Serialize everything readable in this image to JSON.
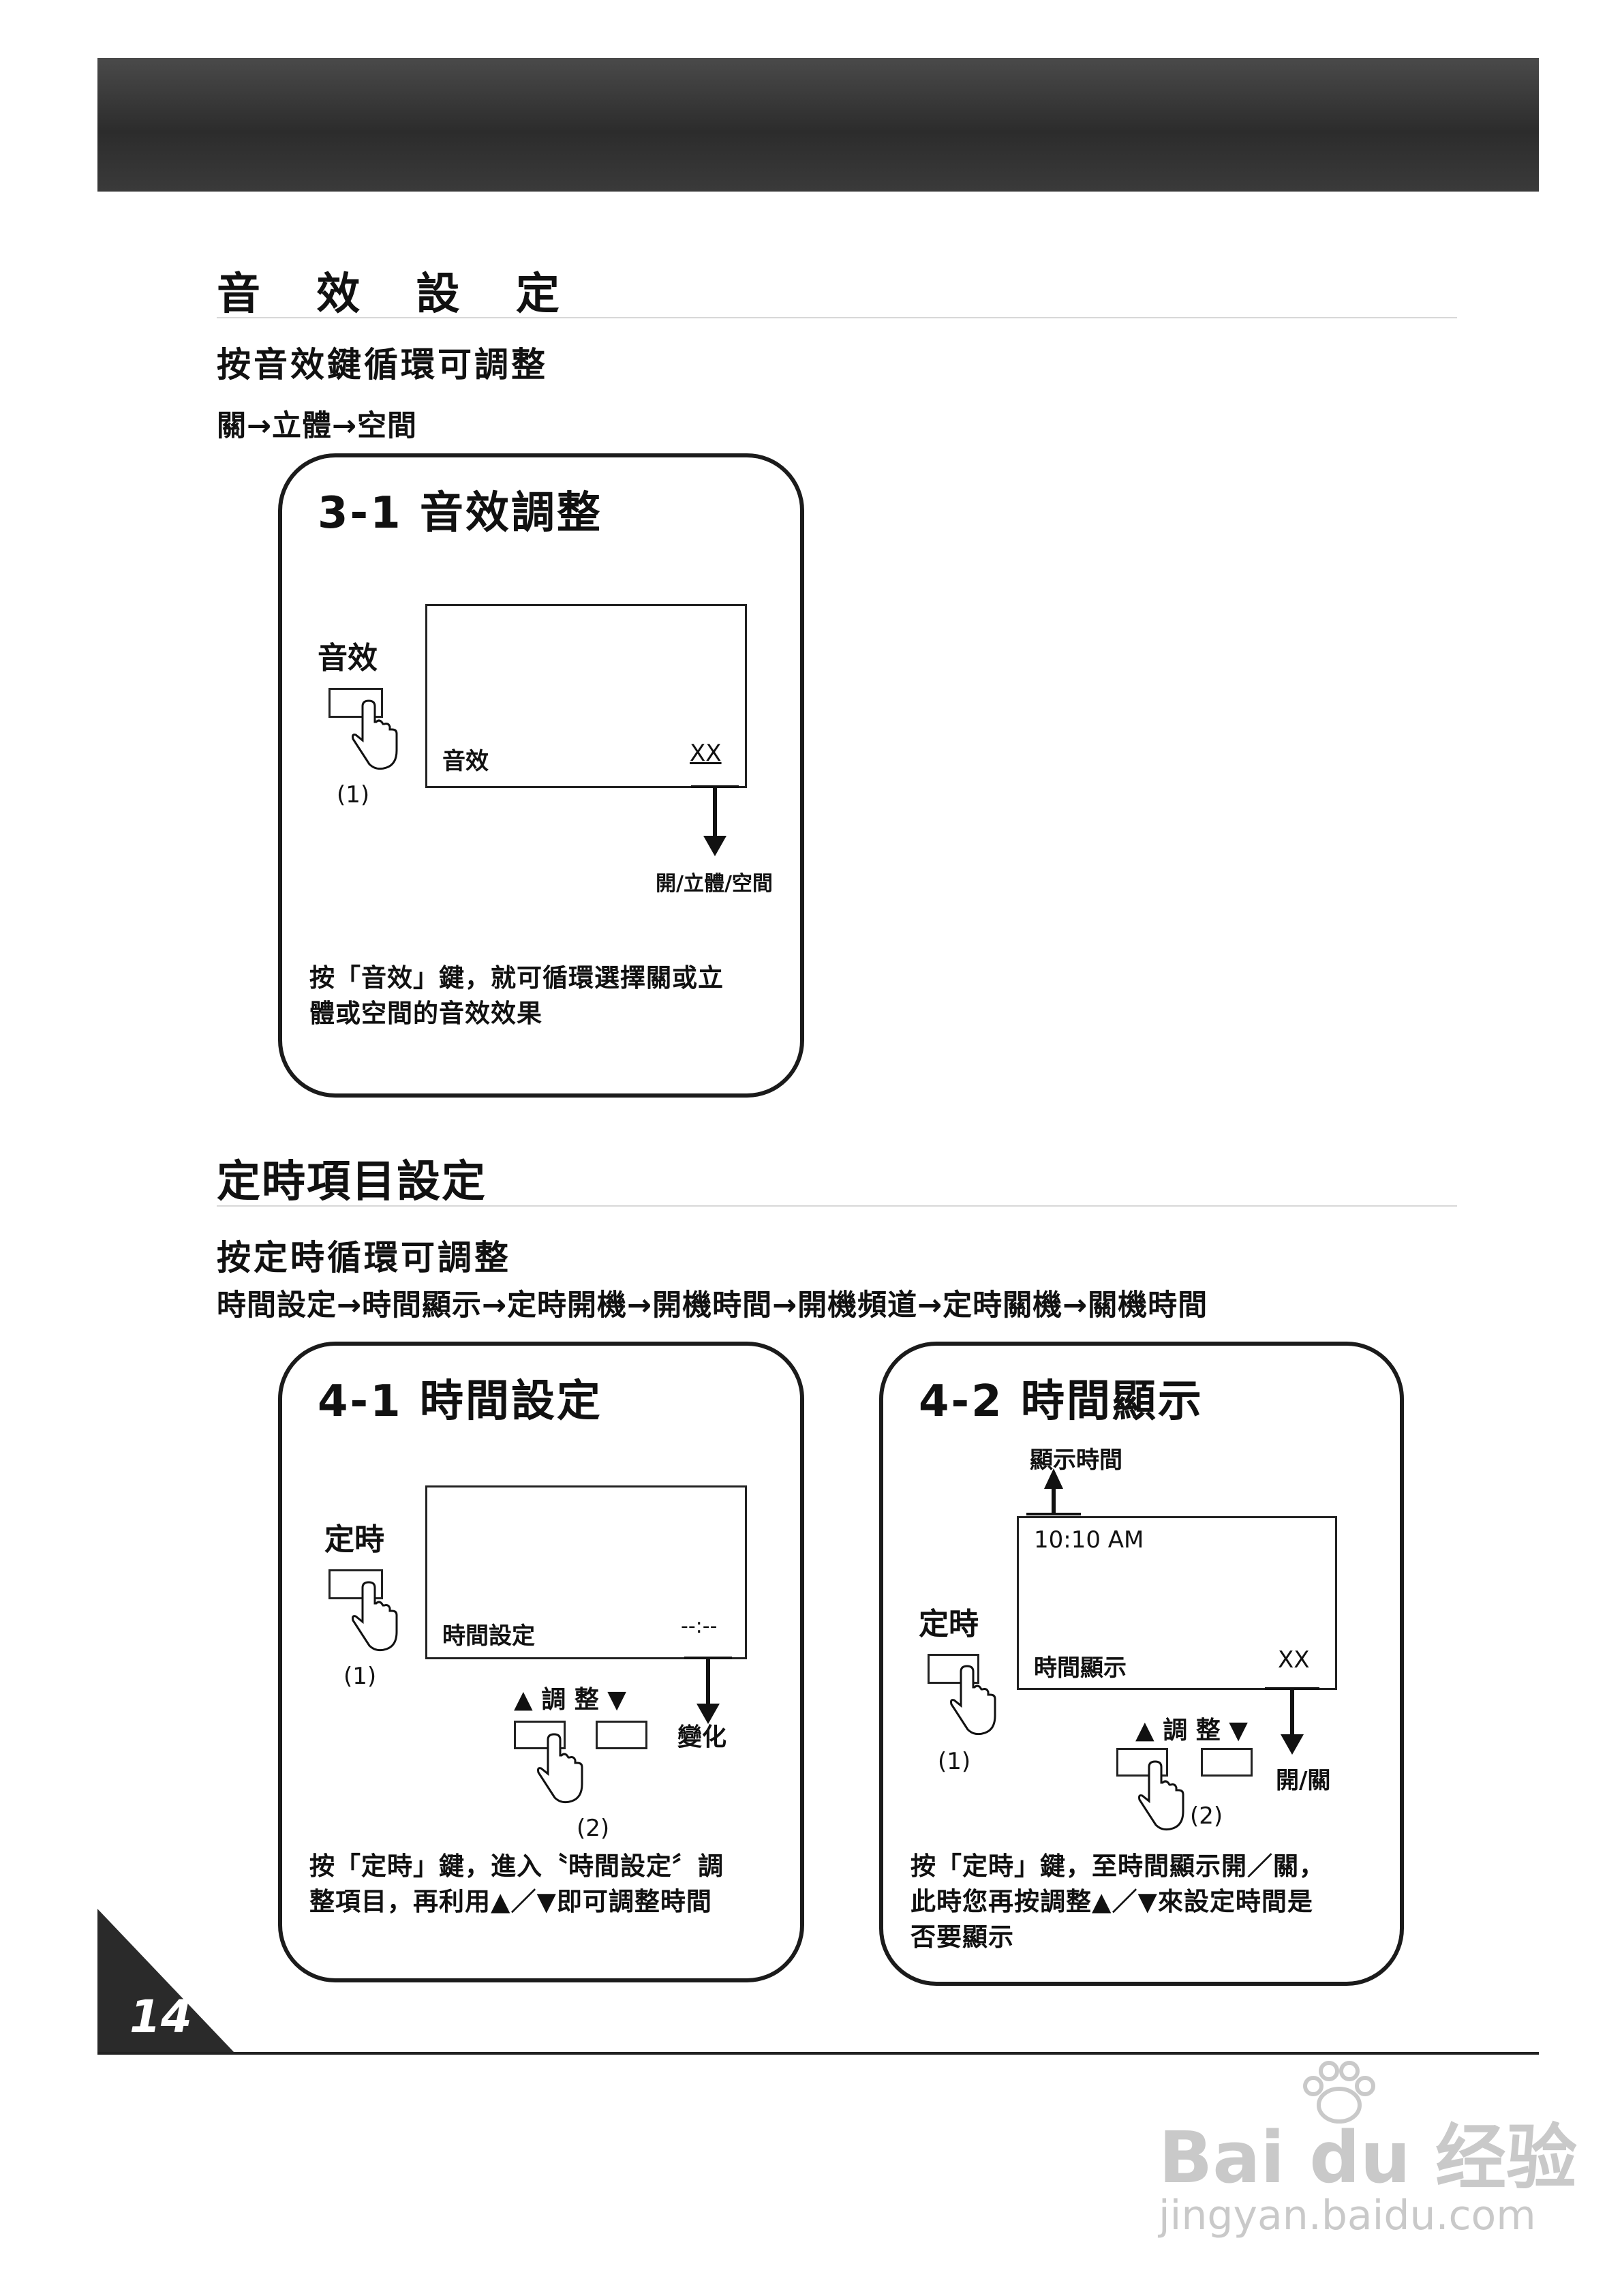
{
  "section_sound": {
    "title": "音 效 設 定",
    "subtitle": "按音效鍵循環可調整",
    "flow": "關→立體→空間"
  },
  "panel_3_1": {
    "title": "3-1 音效調整",
    "key_label": "音效",
    "step": "(1)",
    "screen_label": "音效",
    "screen_value": "XX",
    "arrow_note": "開/立體/空間",
    "desc_line1": "按「音效」鍵，就可循環選擇關或立",
    "desc_line2": "體或空間的音效效果"
  },
  "section_timer": {
    "title": "定時項目設定",
    "subtitle": "按定時循環可調整",
    "flow": "時間設定→時間顯示→定時開機→開機時間→開機頻道→定時關機→關機時間"
  },
  "panel_4_1": {
    "title": "4-1 時間設定",
    "key_label": "定時",
    "step1": "(1)",
    "screen_label": "時間設定",
    "screen_value": "--:--",
    "adjust_label": "▲ 調 整 ▼",
    "arrow_note": "變化",
    "step2": "(2)",
    "desc_line1": "按「定時」鍵，進入〝時間設定〞調",
    "desc_line2": "整項目，再利用▲／▼即可調整時間"
  },
  "panel_4_2": {
    "title": "4-2 時間顯示",
    "top_note": "顯示時間",
    "time_value": "10:10 AM",
    "key_label": "定時",
    "step1": "(1)",
    "screen_label": "時間顯示",
    "screen_value": "XX",
    "adjust_label": "▲ 調 整 ▼",
    "arrow_note": "開/關",
    "step2": "(2)",
    "desc_line1": "按「定時」鍵，至時間顯示開／關，",
    "desc_line2": "此時您再按調整▲／▼來設定時間是",
    "desc_line3": "否要顯示"
  },
  "page_number": "14",
  "watermark": {
    "brand": "Bai du 经验",
    "url": "jingyan.baidu.com"
  },
  "icons": {
    "press_hand": "pointing-hand-icon",
    "arrow": "arrow-icon",
    "paw": "baidu-paw-icon"
  }
}
